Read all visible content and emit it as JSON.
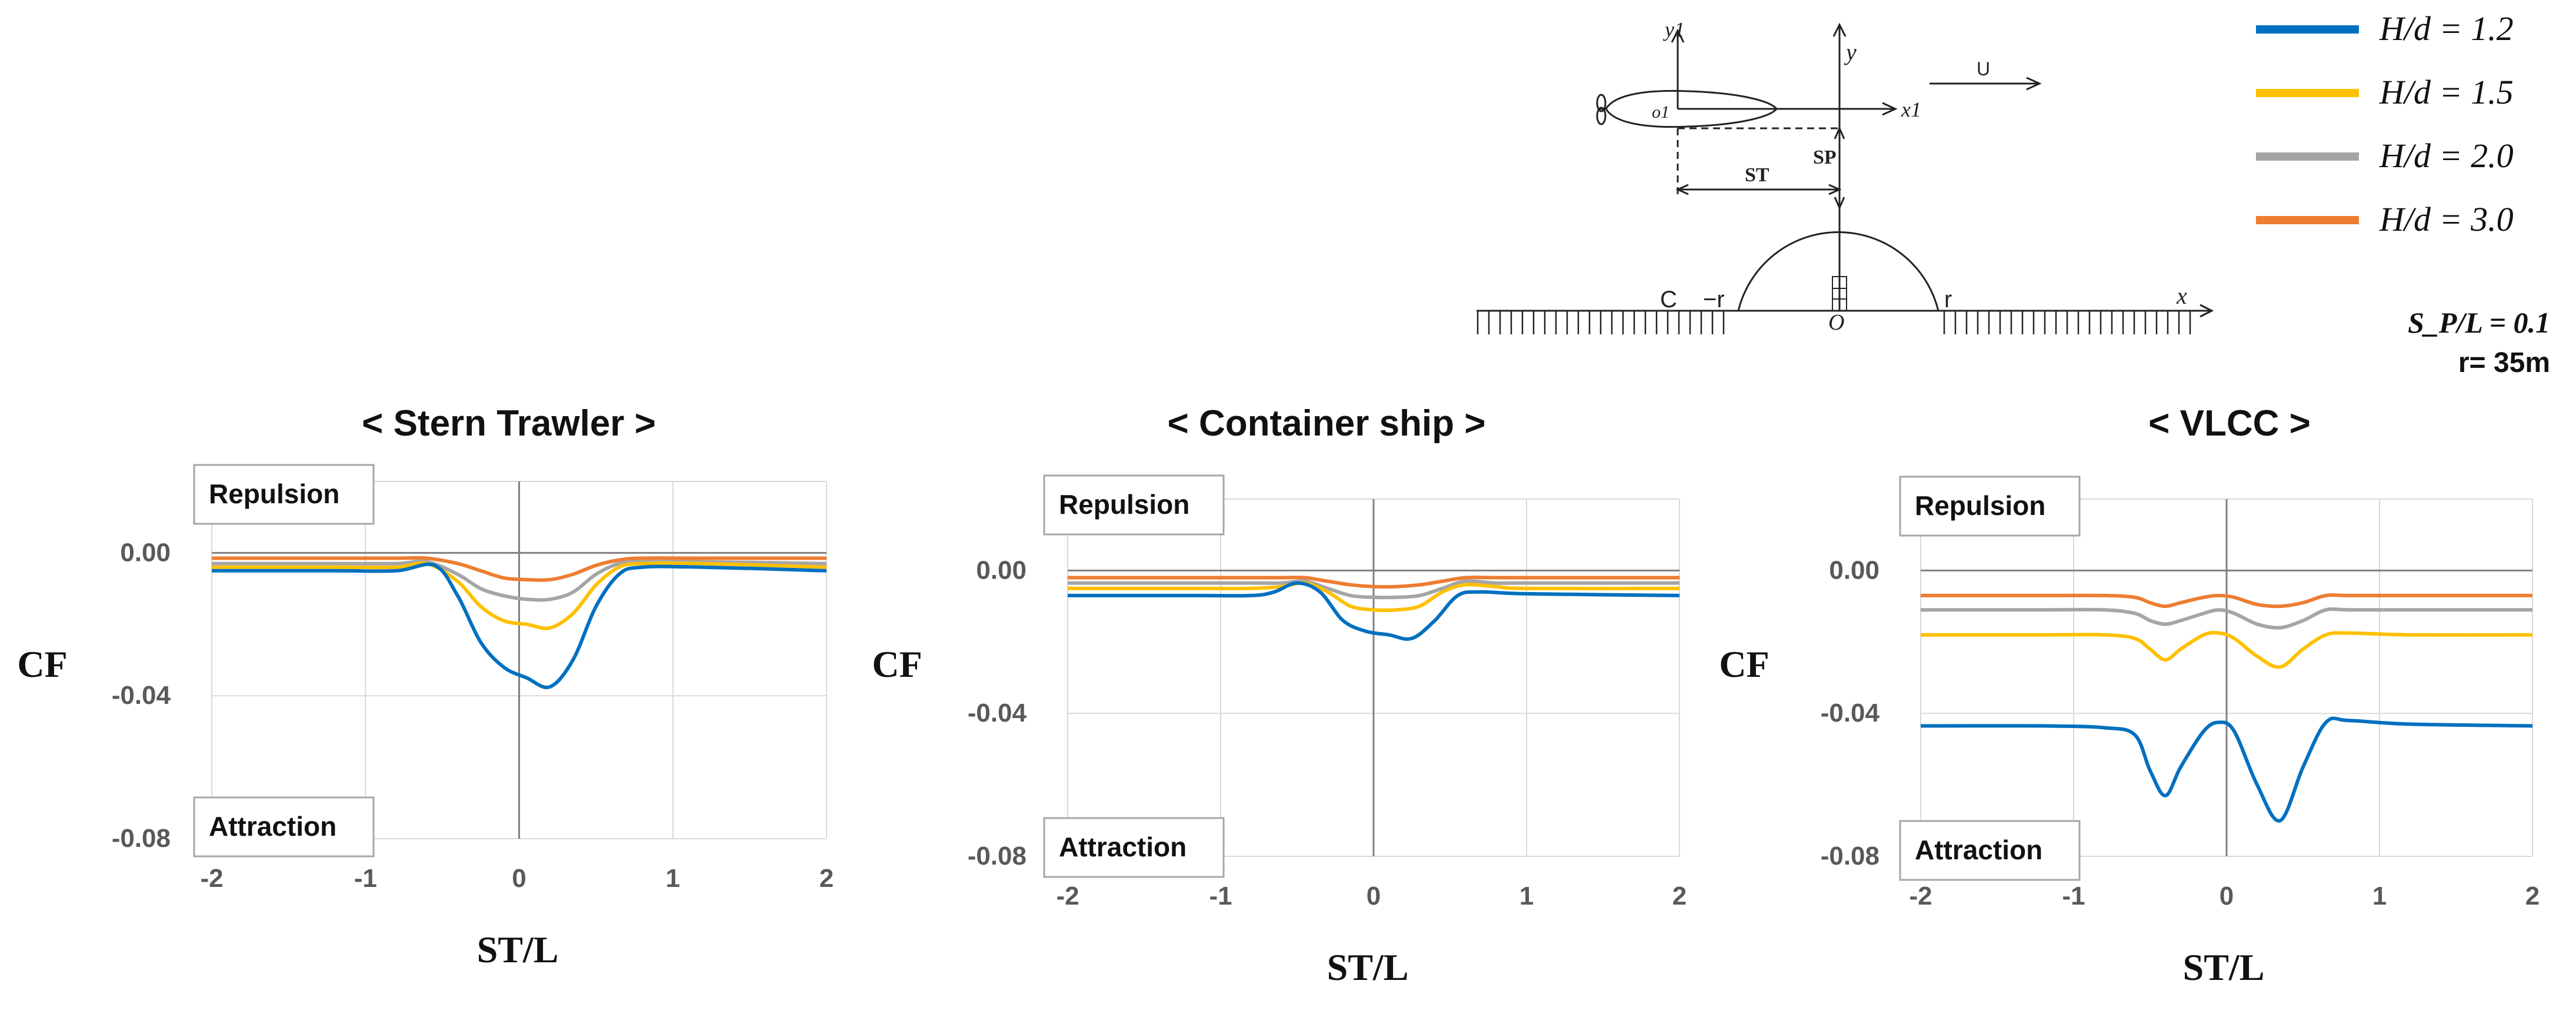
{
  "legend": {
    "entries": [
      {
        "label": "H/d = 1.2",
        "color": "#0070C0"
      },
      {
        "label": "H/d = 1.5",
        "color": "#FFC000"
      },
      {
        "label": "H/d = 2.0",
        "color": "#A5A5A5"
      },
      {
        "label": "H/d = 3.0",
        "color": "#ED7D31"
      }
    ],
    "sp_note": "S_P/L = 0.1",
    "r_note": "r= 35m"
  },
  "schematic": {
    "labels": {
      "y1": "y1",
      "y": "y",
      "o1": "o1",
      "x1": "x1",
      "u": "U",
      "sp": "SP",
      "st": "ST",
      "c": "C",
      "neg_r": "−r",
      "o": "O",
      "r": "r",
      "x": "x"
    }
  },
  "chart_data": [
    {
      "type": "line",
      "title": "< Stern Trawler >",
      "xlabel": "ST/L",
      "ylabel": "CF",
      "xlim": [
        -2,
        2
      ],
      "ylim": [
        -0.08,
        0.02
      ],
      "xticks": [
        -2,
        -1,
        0,
        1,
        2
      ],
      "yticks": [
        0.0,
        -0.04,
        -0.08
      ],
      "ytick_labels": [
        "0.00",
        "-0.04",
        "-0.08"
      ],
      "grid": true,
      "annotations": [
        "Repulsion",
        "Attraction"
      ],
      "series": [
        {
          "name": "H/d = 1.2",
          "color": "#0070C0",
          "x": [
            -2,
            -1.2,
            -0.8,
            -0.55,
            -0.4,
            -0.25,
            -0.1,
            0.05,
            0.2,
            0.35,
            0.5,
            0.65,
            0.8,
            1.2,
            2
          ],
          "y": [
            -0.005,
            -0.005,
            -0.005,
            -0.0035,
            -0.012,
            -0.025,
            -0.032,
            -0.035,
            -0.0375,
            -0.03,
            -0.015,
            -0.006,
            -0.004,
            -0.004,
            -0.005
          ]
        },
        {
          "name": "H/d = 1.5",
          "color": "#FFC000",
          "x": [
            -2,
            -1.2,
            -0.8,
            -0.6,
            -0.4,
            -0.25,
            -0.1,
            0.05,
            0.2,
            0.35,
            0.5,
            0.65,
            0.8,
            1.2,
            2
          ],
          "y": [
            -0.004,
            -0.004,
            -0.004,
            -0.003,
            -0.008,
            -0.015,
            -0.019,
            -0.02,
            -0.021,
            -0.017,
            -0.009,
            -0.004,
            -0.003,
            -0.003,
            -0.004
          ]
        },
        {
          "name": "H/d = 2.0",
          "color": "#A5A5A5",
          "x": [
            -2,
            -1.2,
            -0.8,
            -0.6,
            -0.4,
            -0.25,
            -0.1,
            0.05,
            0.2,
            0.35,
            0.5,
            0.65,
            0.8,
            1.2,
            2
          ],
          "y": [
            -0.003,
            -0.003,
            -0.003,
            -0.0025,
            -0.006,
            -0.01,
            -0.012,
            -0.013,
            -0.013,
            -0.011,
            -0.006,
            -0.003,
            -0.0025,
            -0.0025,
            -0.003
          ]
        },
        {
          "name": "H/d = 3.0",
          "color": "#ED7D31",
          "x": [
            -2,
            -1.2,
            -0.8,
            -0.6,
            -0.4,
            -0.25,
            -0.1,
            0.05,
            0.2,
            0.35,
            0.5,
            0.65,
            0.8,
            1.2,
            2
          ],
          "y": [
            -0.0015,
            -0.0015,
            -0.0015,
            -0.0015,
            -0.003,
            -0.005,
            -0.007,
            -0.0075,
            -0.0075,
            -0.006,
            -0.0035,
            -0.002,
            -0.0015,
            -0.0015,
            -0.0015
          ]
        }
      ]
    },
    {
      "type": "line",
      "title": "< Container ship >",
      "xlabel": "ST/L",
      "ylabel": "CF",
      "xlim": [
        -2,
        2
      ],
      "ylim": [
        -0.08,
        0.02
      ],
      "xticks": [
        -2,
        -1,
        0,
        1,
        2
      ],
      "yticks": [
        0.0,
        -0.04,
        -0.08
      ],
      "ytick_labels": [
        "0.00",
        "-0.04",
        "-0.08"
      ],
      "grid": true,
      "annotations": [
        "Repulsion",
        "Attraction"
      ],
      "series": [
        {
          "name": "H/d = 1.2",
          "color": "#0070C0",
          "x": [
            -2,
            -1.2,
            -0.8,
            -0.65,
            -0.5,
            -0.35,
            -0.2,
            -0.05,
            0.1,
            0.25,
            0.4,
            0.55,
            0.7,
            1.0,
            2
          ],
          "y": [
            -0.007,
            -0.007,
            -0.007,
            -0.006,
            -0.0035,
            -0.006,
            -0.014,
            -0.017,
            -0.018,
            -0.019,
            -0.014,
            -0.007,
            -0.006,
            -0.0065,
            -0.007
          ]
        },
        {
          "name": "H/d = 1.5",
          "color": "#FFC000",
          "x": [
            -2,
            -1.2,
            -0.8,
            -0.6,
            -0.45,
            -0.3,
            -0.15,
            0,
            0.15,
            0.3,
            0.45,
            0.6,
            0.8,
            1.0,
            2
          ],
          "y": [
            -0.005,
            -0.005,
            -0.005,
            -0.0045,
            -0.0035,
            -0.006,
            -0.01,
            -0.011,
            -0.011,
            -0.01,
            -0.006,
            -0.004,
            -0.0045,
            -0.005,
            -0.005
          ]
        },
        {
          "name": "H/d = 2.0",
          "color": "#A5A5A5",
          "x": [
            -2,
            -1.2,
            -0.8,
            -0.6,
            -0.45,
            -0.3,
            -0.15,
            0,
            0.15,
            0.3,
            0.45,
            0.6,
            0.8,
            1.0,
            2
          ],
          "y": [
            -0.0035,
            -0.0035,
            -0.0035,
            -0.0035,
            -0.003,
            -0.005,
            -0.007,
            -0.0075,
            -0.0075,
            -0.007,
            -0.005,
            -0.003,
            -0.0035,
            -0.0035,
            -0.0035
          ]
        },
        {
          "name": "H/d = 3.0",
          "color": "#ED7D31",
          "x": [
            -2,
            -1.2,
            -0.8,
            -0.6,
            -0.45,
            -0.3,
            -0.15,
            0,
            0.15,
            0.3,
            0.45,
            0.6,
            0.8,
            1.0,
            2
          ],
          "y": [
            -0.002,
            -0.002,
            -0.002,
            -0.002,
            -0.002,
            -0.003,
            -0.004,
            -0.0045,
            -0.0045,
            -0.004,
            -0.003,
            -0.002,
            -0.002,
            -0.002,
            -0.002
          ]
        }
      ]
    },
    {
      "type": "line",
      "title": "< VLCC >",
      "xlabel": "ST/L",
      "ylabel": "CF",
      "xlim": [
        -2,
        2
      ],
      "ylim": [
        -0.08,
        0.02
      ],
      "xticks": [
        -2,
        -1,
        0,
        1,
        2
      ],
      "yticks": [
        0.0,
        -0.04,
        -0.08
      ],
      "ytick_labels": [
        "0.00",
        "-0.04",
        "-0.08"
      ],
      "grid": true,
      "annotations": [
        "Repulsion",
        "Attraction"
      ],
      "series": [
        {
          "name": "H/d = 1.2",
          "color": "#0070C0",
          "x": [
            -2,
            -1.2,
            -0.8,
            -0.6,
            -0.5,
            -0.4,
            -0.3,
            -0.15,
            -0.05,
            0.05,
            0.2,
            0.35,
            0.5,
            0.65,
            0.8,
            1.2,
            2
          ],
          "y": [
            -0.0435,
            -0.0435,
            -0.044,
            -0.046,
            -0.056,
            -0.063,
            -0.055,
            -0.045,
            -0.0425,
            -0.045,
            -0.06,
            -0.07,
            -0.055,
            -0.0425,
            -0.042,
            -0.043,
            -0.0435
          ]
        },
        {
          "name": "H/d = 1.5",
          "color": "#FFC000",
          "x": [
            -2,
            -1.2,
            -0.8,
            -0.6,
            -0.5,
            -0.4,
            -0.3,
            -0.15,
            -0.05,
            0.05,
            0.2,
            0.35,
            0.5,
            0.65,
            0.8,
            1.2,
            2
          ],
          "y": [
            -0.018,
            -0.018,
            -0.018,
            -0.019,
            -0.022,
            -0.025,
            -0.022,
            -0.018,
            -0.0175,
            -0.019,
            -0.024,
            -0.027,
            -0.022,
            -0.018,
            -0.0175,
            -0.018,
            -0.018
          ]
        },
        {
          "name": "H/d = 2.0",
          "color": "#A5A5A5",
          "x": [
            -2,
            -1.2,
            -0.8,
            -0.6,
            -0.5,
            -0.4,
            -0.3,
            -0.15,
            -0.05,
            0.05,
            0.2,
            0.35,
            0.5,
            0.65,
            0.8,
            1.2,
            2
          ],
          "y": [
            -0.011,
            -0.011,
            -0.011,
            -0.012,
            -0.014,
            -0.015,
            -0.014,
            -0.012,
            -0.011,
            -0.012,
            -0.015,
            -0.016,
            -0.014,
            -0.011,
            -0.011,
            -0.011,
            -0.011
          ]
        },
        {
          "name": "H/d = 3.0",
          "color": "#ED7D31",
          "x": [
            -2,
            -1.2,
            -0.8,
            -0.6,
            -0.5,
            -0.4,
            -0.3,
            -0.15,
            -0.05,
            0.05,
            0.2,
            0.35,
            0.5,
            0.65,
            0.8,
            1.2,
            2
          ],
          "y": [
            -0.007,
            -0.007,
            -0.007,
            -0.0075,
            -0.009,
            -0.01,
            -0.009,
            -0.0075,
            -0.007,
            -0.0075,
            -0.0095,
            -0.01,
            -0.009,
            -0.007,
            -0.007,
            -0.007,
            -0.007
          ]
        }
      ]
    }
  ]
}
